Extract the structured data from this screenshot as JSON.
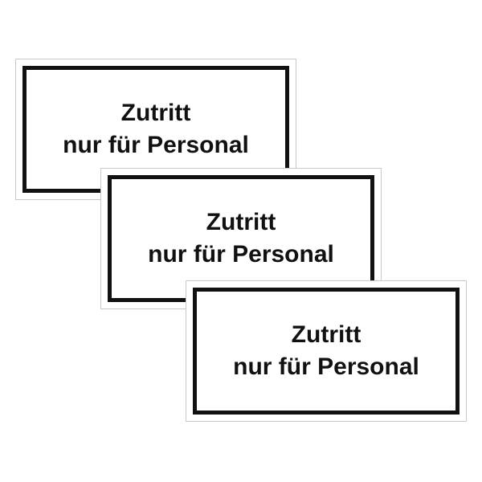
{
  "signs": [
    {
      "line1": "Zutritt",
      "line2": "nur für Personal"
    },
    {
      "line1": "Zutritt",
      "line2": "nur für Personal"
    },
    {
      "line1": "Zutritt",
      "line2": "nur für Personal"
    }
  ],
  "colors": {
    "background": "#ffffff",
    "sign_border": "#111111",
    "text": "#111111"
  }
}
